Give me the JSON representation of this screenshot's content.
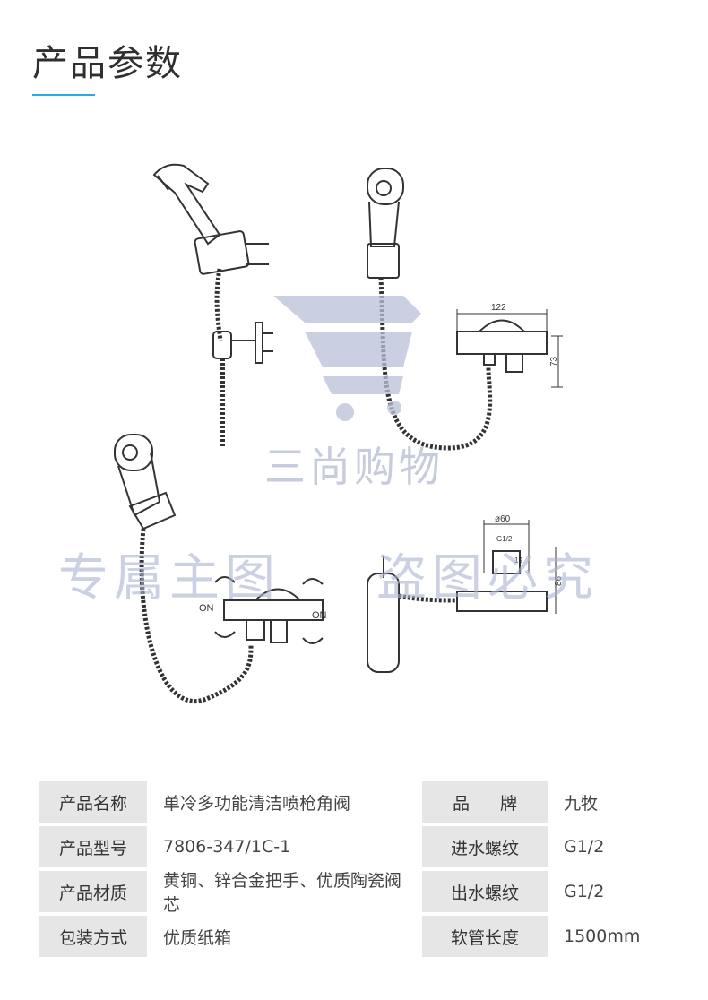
{
  "page": {
    "title": "产品参数"
  },
  "drawing": {
    "dimensions": {
      "width_top": "122",
      "height_top": "73",
      "diameter": "ø60",
      "thread": "G1/2",
      "small_dim": "19",
      "height_bottom": "86"
    },
    "labels": {
      "on_left": "ON",
      "on_right": "ON"
    }
  },
  "watermark": {
    "brand": "三尚购物",
    "line1": "专属主图",
    "line2": "盗图必究"
  },
  "specs": [
    {
      "label": "产品名称",
      "value": "单冷多功能清洁喷枪角阀",
      "label2": "品牌",
      "value2": "九牧"
    },
    {
      "label": "产品型号",
      "value": "7806-347/1C-1",
      "label2": "进水螺纹",
      "value2": "G1/2"
    },
    {
      "label": "产品材质",
      "value": "黄铜、锌合金把手、优质陶瓷阀芯",
      "label2": "出水螺纹",
      "value2": "G1/2"
    },
    {
      "label": "包装方式",
      "value": "优质纸箱",
      "label2": "软管长度",
      "value2": "1500mm"
    }
  ],
  "colors": {
    "accent": "#29a9e1",
    "label_bg": "#e6e6e6",
    "watermark": "#aab3cf"
  }
}
